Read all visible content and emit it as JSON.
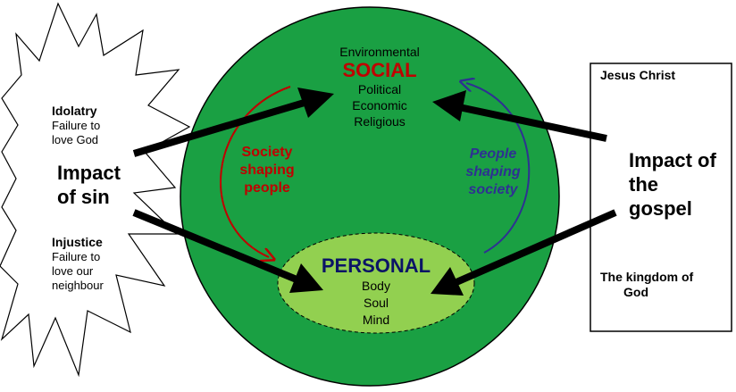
{
  "social": {
    "environmental": "Environmental",
    "title": "SOCIAL",
    "political": "Political",
    "economic": "Economic",
    "religious": "Religious"
  },
  "personal": {
    "title": "PERSONAL",
    "body": "Body",
    "soul": "Soul",
    "mind": "Mind"
  },
  "society_shaping": [
    "Society",
    "shaping",
    "people"
  ],
  "people_shaping": [
    "People",
    "shaping",
    "society"
  ],
  "sin": {
    "idolatry_title": "Idolatry",
    "idolatry_text": [
      "Failure to",
      "love God"
    ],
    "impact": [
      "Impact",
      "of sin"
    ],
    "injustice_title": "Injustice",
    "injustice_text": [
      "Failure to",
      "love our",
      "neighbour"
    ]
  },
  "gospel": {
    "jesus": "Jesus Christ",
    "impact": [
      "Impact of",
      "the",
      "gospel"
    ],
    "kingdom": [
      "The kingdom of",
      "God"
    ]
  },
  "colors": {
    "circle": "#1aa043",
    "ellipse": "#92d050",
    "social_title": "#c00000",
    "personal_title": "#0b1466",
    "red_arrow": "#c00000",
    "blue_arrow": "#2e3192",
    "black_arrow": "#000000"
  }
}
